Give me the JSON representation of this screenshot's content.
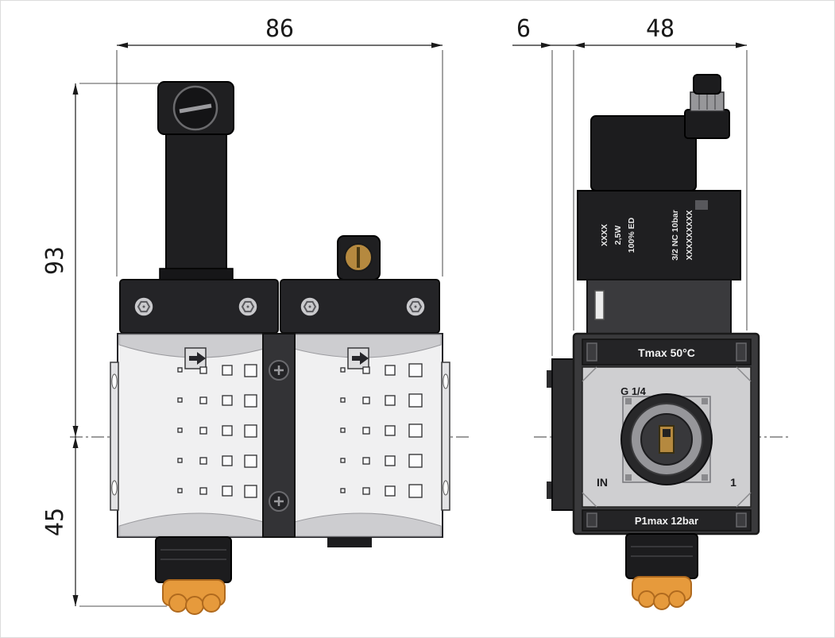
{
  "drawing": {
    "dimensions": {
      "front_width": "86",
      "side_offset": "6",
      "side_depth": "48",
      "upper_height": "93",
      "lower_height": "45"
    },
    "body_labels": {
      "tmax": "Tmax 50°C",
      "thread": "G 1/4",
      "port_in": "IN",
      "port_one": "1",
      "p1max": "P1max 12bar"
    },
    "solenoid_labels": {
      "line1": "XXXX",
      "line2": "2,5W",
      "line3": "100% ED",
      "line4": "3/2 NC 10bar",
      "line5": "XXXXXXXXX"
    },
    "colors": {
      "body_dark": "#1f1f21",
      "frame_dark": "#242427",
      "body_light": "#f0f0f1",
      "face_gray": "#cfcfd1",
      "accent_orange": "#e69a3c",
      "brass": "#b5893f",
      "line": "#1a1a1a"
    }
  }
}
